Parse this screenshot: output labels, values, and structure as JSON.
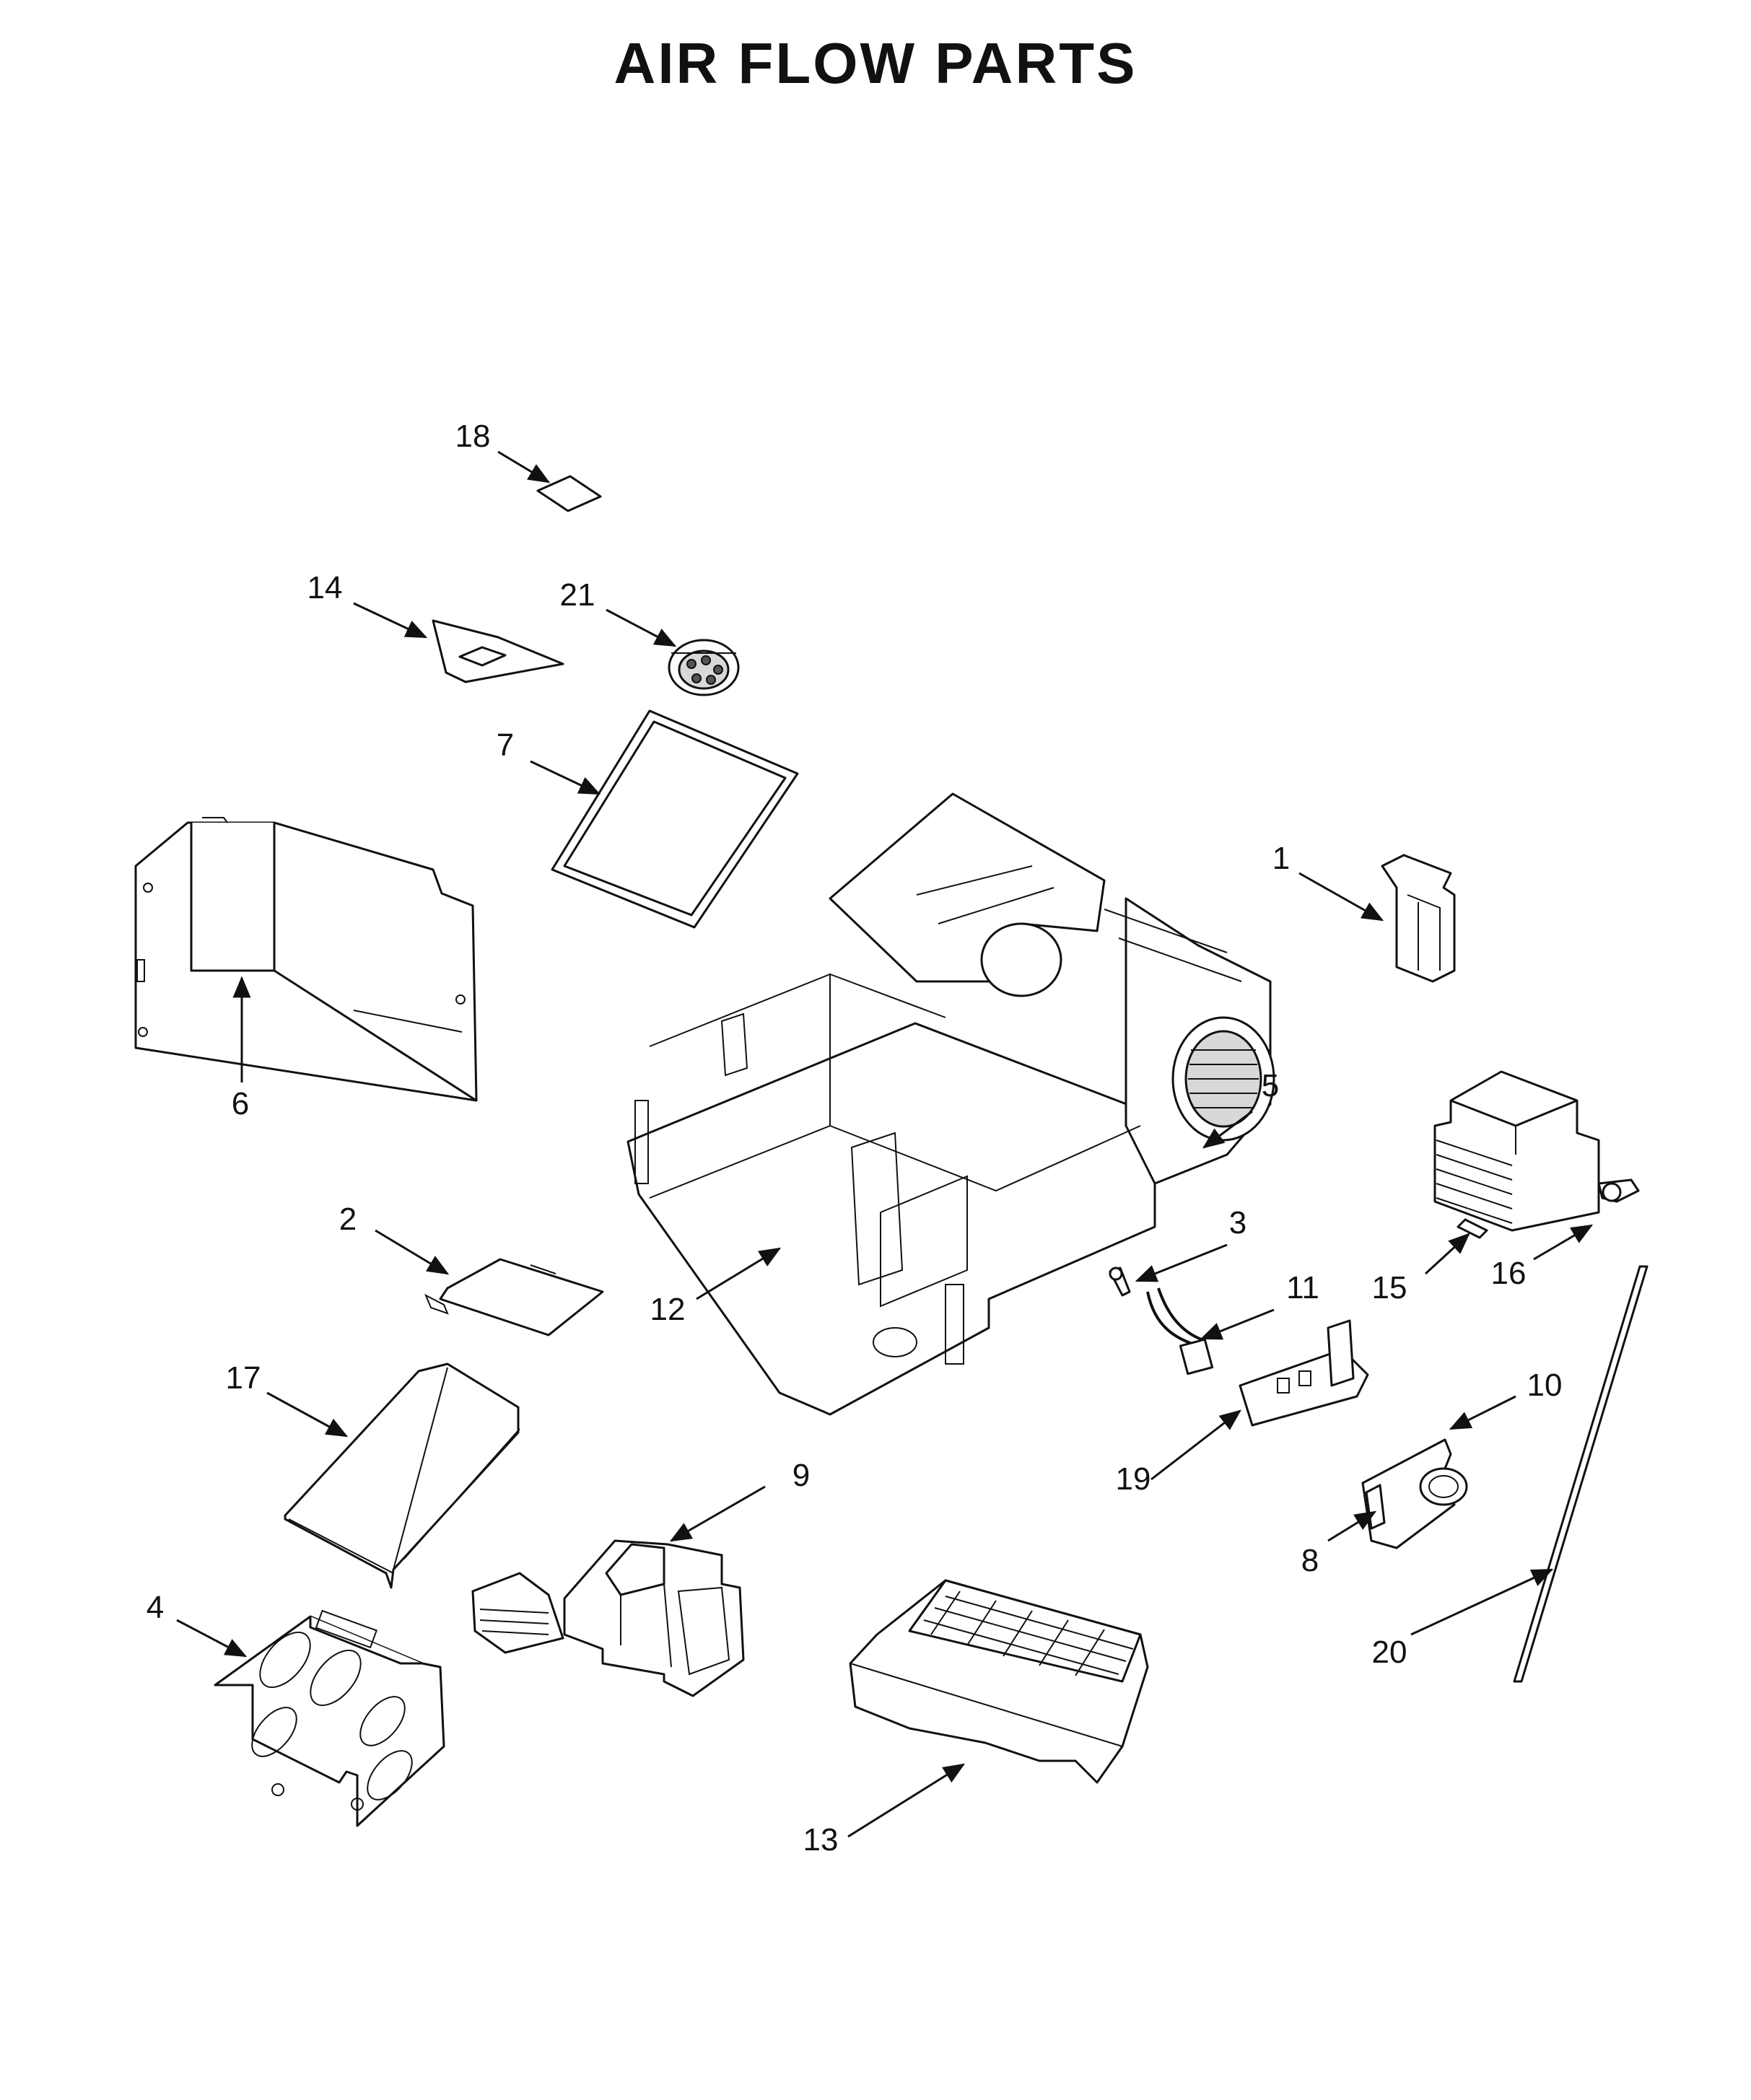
{
  "title": "AIR FLOW PARTS",
  "callouts": [
    {
      "id": "1",
      "label": "1"
    },
    {
      "id": "2",
      "label": "2"
    },
    {
      "id": "3",
      "label": "3"
    },
    {
      "id": "4",
      "label": "4"
    },
    {
      "id": "5",
      "label": "5"
    },
    {
      "id": "6",
      "label": "6"
    },
    {
      "id": "7",
      "label": "7"
    },
    {
      "id": "8",
      "label": "8"
    },
    {
      "id": "9",
      "label": "9"
    },
    {
      "id": "10",
      "label": "10"
    },
    {
      "id": "11",
      "label": "11"
    },
    {
      "id": "12",
      "label": "12"
    },
    {
      "id": "13",
      "label": "13"
    },
    {
      "id": "14",
      "label": "14"
    },
    {
      "id": "15",
      "label": "15"
    },
    {
      "id": "16",
      "label": "16"
    },
    {
      "id": "17",
      "label": "17"
    },
    {
      "id": "18",
      "label": "18"
    },
    {
      "id": "19",
      "label": "19"
    },
    {
      "id": "20",
      "label": "20"
    },
    {
      "id": "21",
      "label": "21"
    }
  ]
}
